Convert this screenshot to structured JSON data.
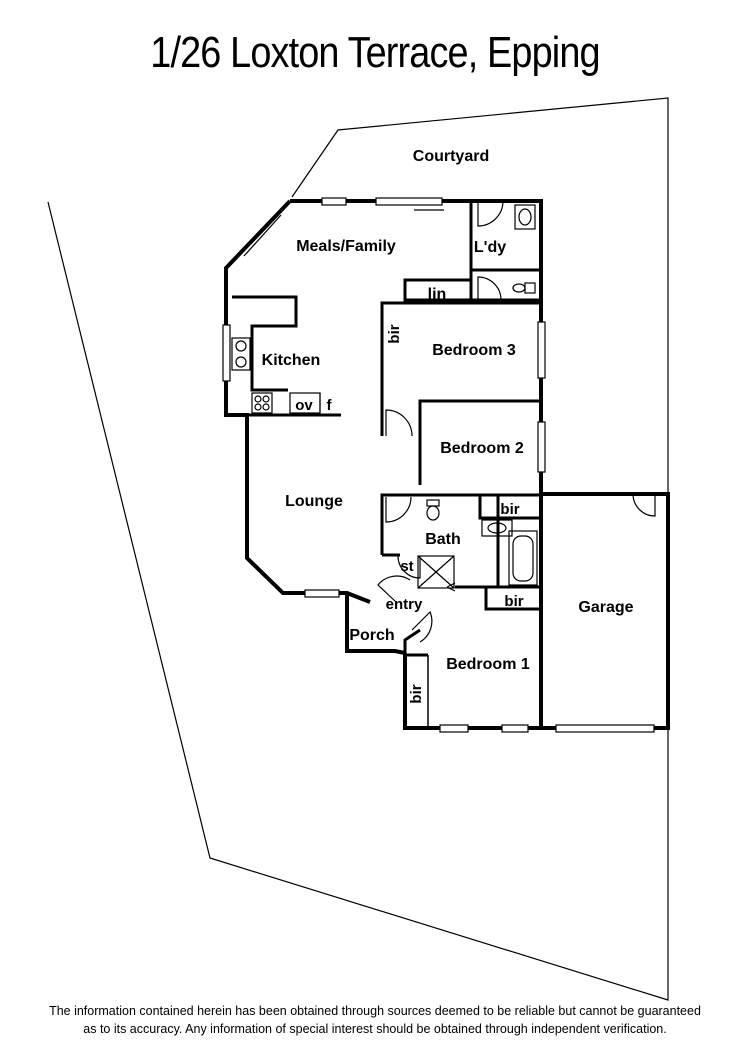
{
  "title": "1/26 Loxton Terrace, Epping",
  "rooms": {
    "courtyard": "Courtyard",
    "meals_family": "Meals/Family",
    "laundry": "L'dy",
    "linen": "lin",
    "kitchen": "Kitchen",
    "oven": "ov",
    "fridge": "f",
    "bedroom3": "Bedroom 3",
    "bir_bed3": "bir",
    "bedroom2": "Bedroom 2",
    "lounge": "Lounge",
    "bath": "Bath",
    "bir_bath": "bir",
    "store": "st",
    "entry": "entry",
    "bir_bed1_top": "bir",
    "porch": "Porch",
    "bedroom1": "Bedroom 1",
    "bir_bed1_side": "bir",
    "garage": "Garage"
  },
  "disclaimer": {
    "line1": "The information contained herein has been obtained through sources deemed to be reliable but cannot be guaranteed",
    "line2": "as to its accuracy.  Any information of special interest should be obtained through independent verification."
  }
}
